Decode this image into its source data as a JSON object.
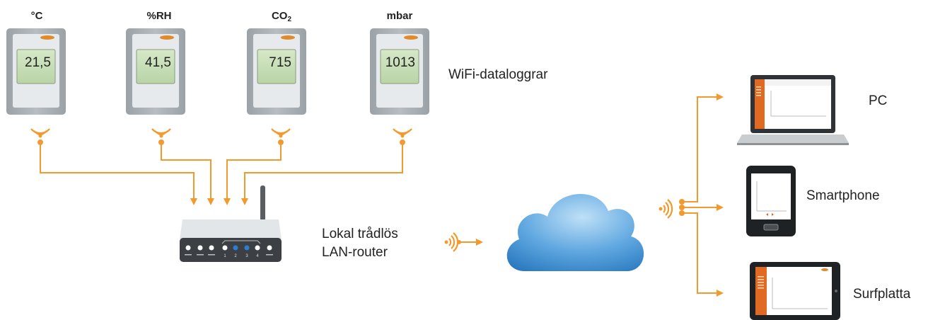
{
  "loggers": [
    {
      "unit": "°C",
      "value": "21,5"
    },
    {
      "unit": "%RH",
      "value": "41,5"
    },
    {
      "unit": "CO",
      "unit_sub": "2",
      "value": "715"
    },
    {
      "unit": "mbar",
      "value": "1013"
    }
  ],
  "labels": {
    "loggers": "WiFi-dataloggrar",
    "router_line1": "Lokal trådlös",
    "router_line2": "LAN-router",
    "pc": "PC",
    "smartphone": "Smartphone",
    "tablet": "Surfplatta"
  },
  "router_ports": [
    "1",
    "2",
    "3",
    "4"
  ],
  "colors": {
    "arrow": "#f29a2e",
    "device": "#a9b0b5",
    "screen": "#c9e0b8",
    "cloud": "#3f8fd2"
  },
  "icons": [
    "wifi-signal-icon",
    "cloud-icon",
    "laptop-icon",
    "smartphone-icon",
    "tablet-icon",
    "router-icon"
  ]
}
